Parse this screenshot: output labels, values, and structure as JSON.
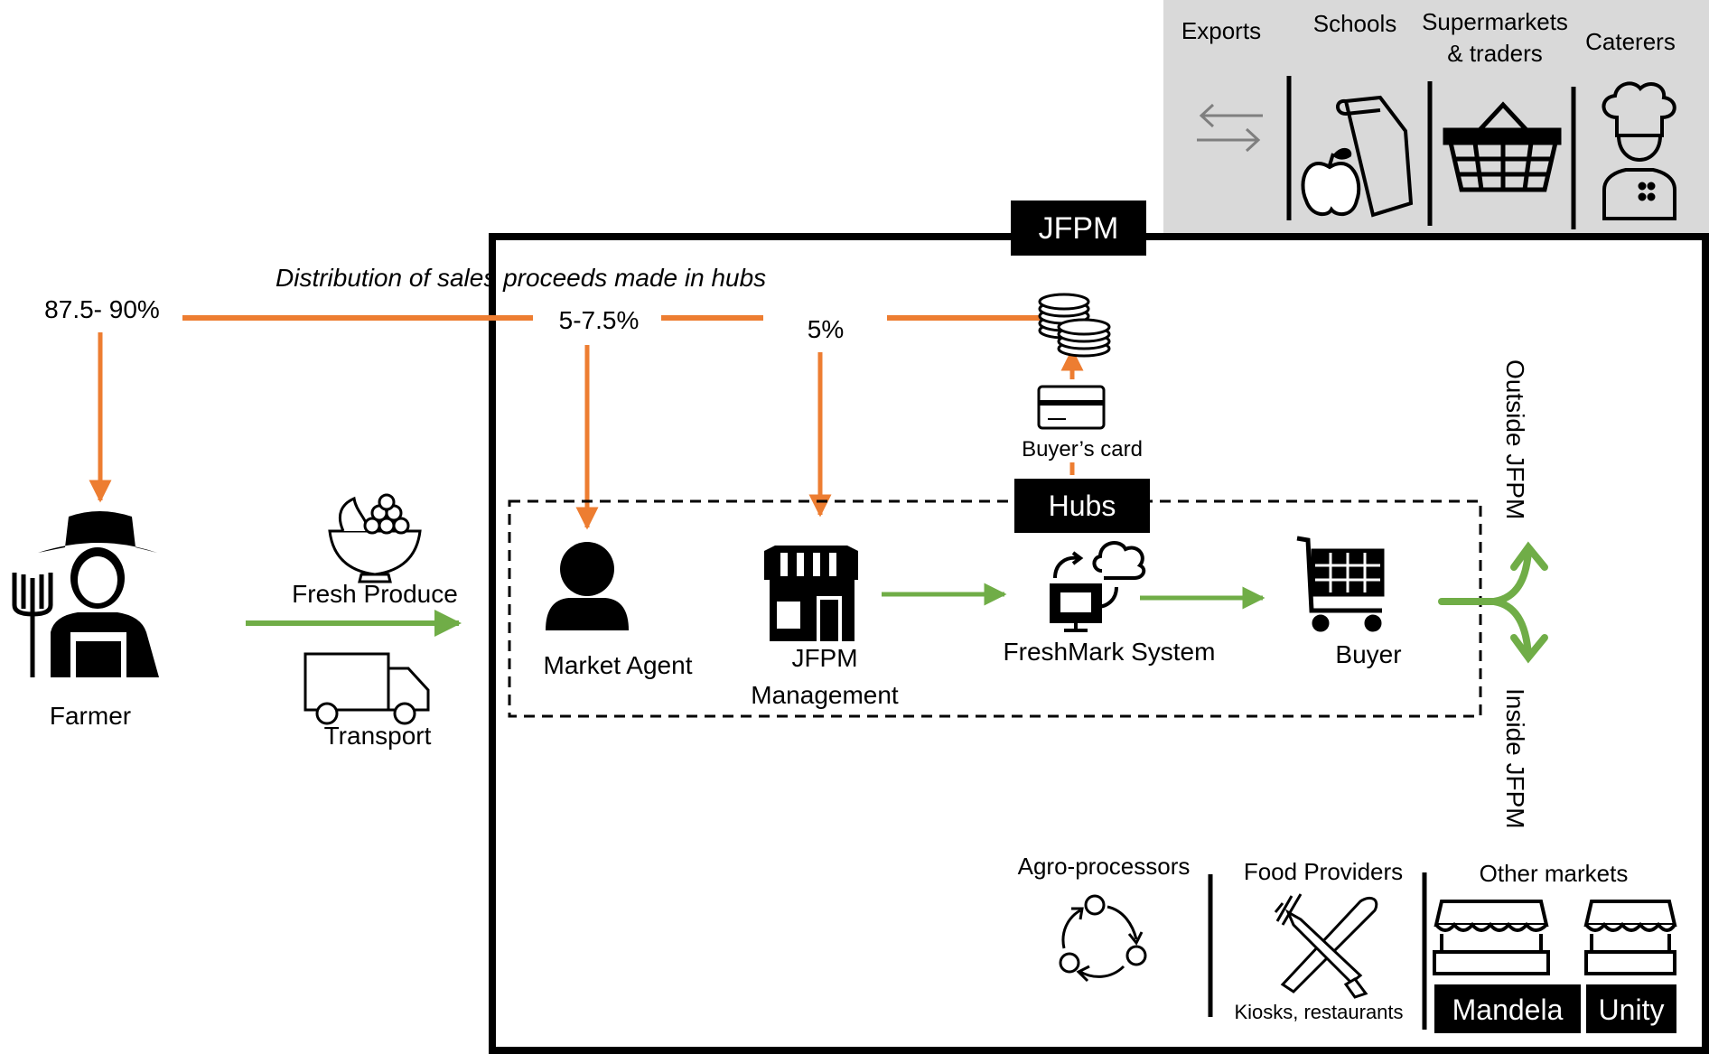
{
  "colors": {
    "orange": "#ED7D31",
    "green": "#70AD47",
    "black": "#000000",
    "panel_gray": "#D9D9D9",
    "white": "#FFFFFF"
  },
  "labels": {
    "jfpm_title": "JFPM",
    "distribution_heading": "Distribution of sales proceeds made in hubs",
    "pct_farmer": "87.5- 90%",
    "pct_agent": "5-7.5%",
    "pct_mgmt": "5%",
    "buyers_card": "Buyer’s card",
    "hubs": "Hubs",
    "outside_jfpm": "Outside JFPM",
    "inside_jfpm": "Inside JFPM"
  },
  "actors": {
    "farmer": "Farmer",
    "fresh_produce": "Fresh Produce",
    "transport": "Transport",
    "market_agent": "Market Agent",
    "jfpm_management_line1": "JFPM",
    "jfpm_management_line2": "Management",
    "freshmark_system": "FreshMark System",
    "buyer": "Buyer"
  },
  "outside_panel": {
    "exports": "Exports",
    "schools": "Schools",
    "supermarkets_line1": "Supermarkets",
    "supermarkets_line2": "& traders",
    "caterers": "Caterers"
  },
  "inside_panel": {
    "agro_processors": "Agro-processors",
    "food_providers": "Food Providers",
    "kiosks": "Kiosks, restaurants",
    "other_markets": "Other  markets",
    "mandela": "Mandela",
    "unity": "Unity"
  },
  "icons": [
    "exchange-arrows-icon",
    "apple-bag-icon",
    "shopping-basket-icon",
    "chef-icon",
    "coins-icon",
    "card-icon",
    "farmer-icon",
    "fruit-bowl-icon",
    "truck-icon",
    "person-icon",
    "shop-icon",
    "computer-cloud-icon",
    "cart-icon",
    "recycle-circle-icon",
    "fork-knife-icon",
    "market-stall-icon"
  ]
}
